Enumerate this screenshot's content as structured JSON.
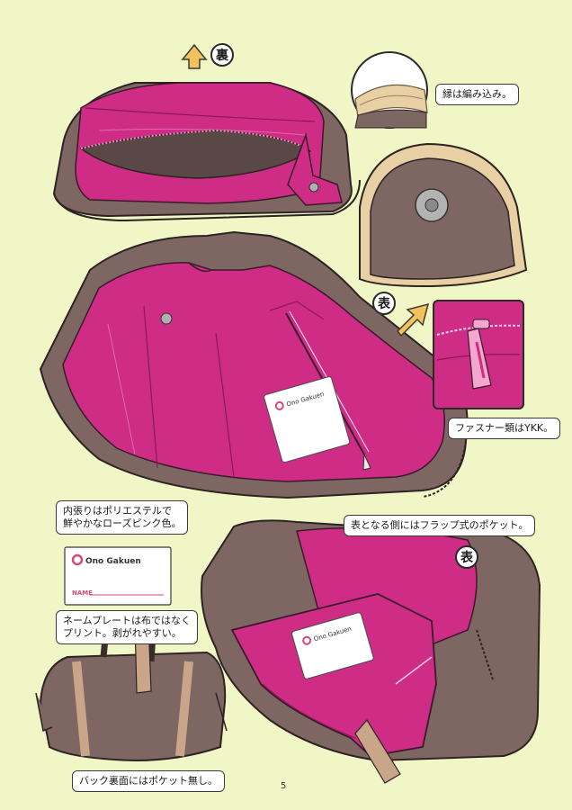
{
  "badges": {
    "back": "裏",
    "front_top": "表",
    "front_bottom": "表"
  },
  "callouts": {
    "edge": "縁は編み込み。",
    "zipper": "ファスナー類はYKK。",
    "lining": [
      "内張りはポリエステルで",
      "鮮やかなローズピンク色。"
    ],
    "flap_pocket": "表となる側にはフラップ式のポケット。",
    "nameplate": [
      "ネームプレートは布ではなく",
      "プリント。剥がれやすい。"
    ],
    "no_back_pocket": "バック裏面にはポケット無し。"
  },
  "nameplate": {
    "school": "Ono Gakuen",
    "name_label": "NAME"
  },
  "page_number": "5",
  "colors": {
    "background": "#f1f6c6",
    "bag_brown": "#7e6763",
    "lining_pink": "#cf2c86",
    "arrow": "#f3c25a",
    "edge_knit": "#e8cfa4"
  },
  "icons": [
    "up-arrow-icon",
    "diagonal-arrow-icon",
    "snap-button-icon",
    "zipper-pull-icon"
  ]
}
